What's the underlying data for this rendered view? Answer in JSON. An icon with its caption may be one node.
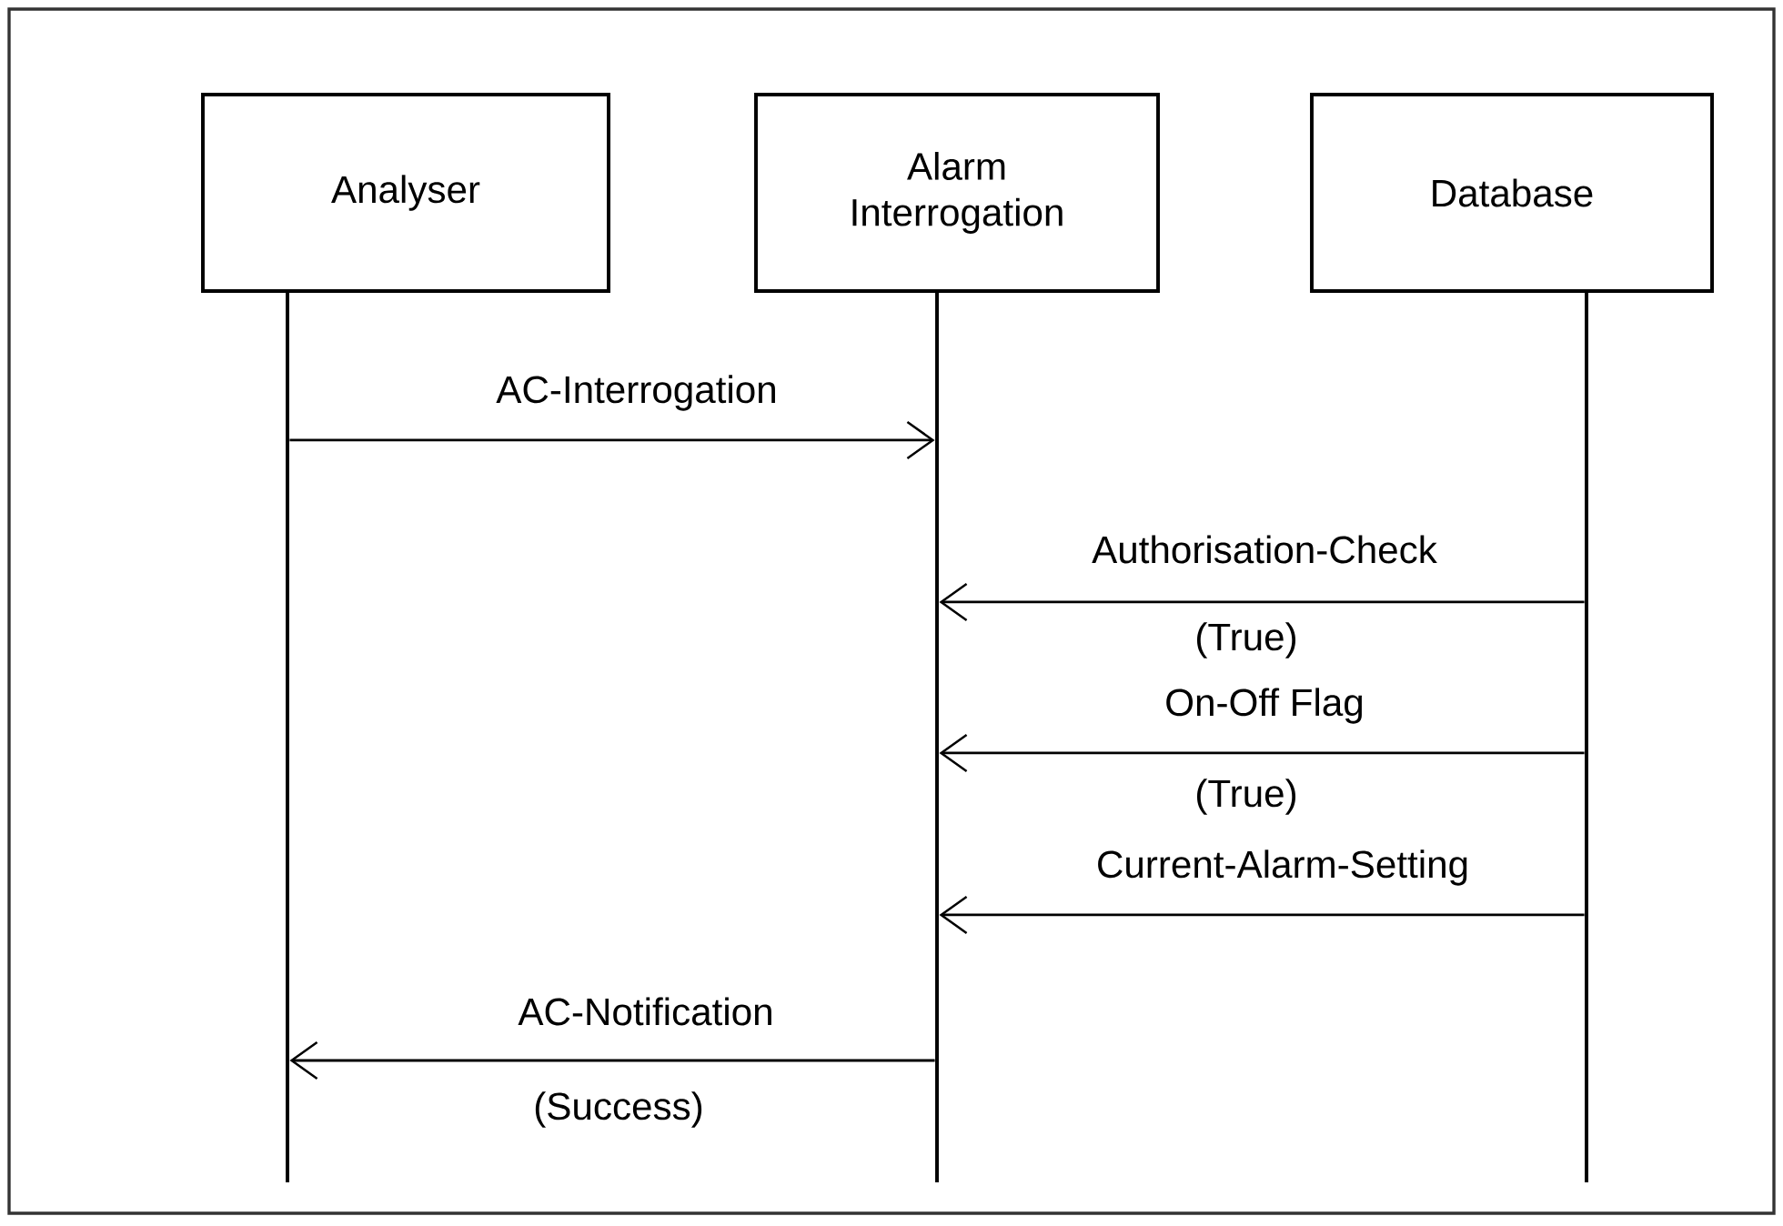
{
  "diagram": {
    "nodes": [
      {
        "text": [
          "Analyser"
        ]
      },
      {
        "text": [
          "Alarm Interrogation"
        ]
      },
      {
        "text": [
          "Database"
        ]
      }
    ],
    "edges": [
      {
        "from": 0,
        "to": 1,
        "arrow": "to",
        "label": "AC-Interrogation"
      },
      {
        "from": 2,
        "to": 1,
        "arrow": "to",
        "label": "Authorisation-Check"
      },
      {
        "from": 2,
        "to": 1,
        "arrow": "to",
        "label": "On-Off Flag"
      },
      {
        "from": 2,
        "to": 1,
        "arrow": "to",
        "label": "Current-Alarm-Setting"
      },
      {
        "from": 1,
        "to": 0,
        "arrow": "to",
        "label": "AC-Notification"
      }
    ],
    "labels": [
      "(True)",
      "(True)",
      "(Success)"
    ]
  }
}
